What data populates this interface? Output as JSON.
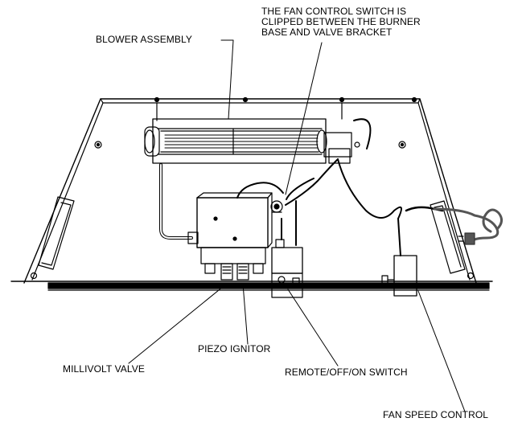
{
  "labels": {
    "blower_assembly": "BLOWER ASSEMBLY",
    "fan_control_switch": [
      "THE FAN CONTROL SWITCH IS",
      "CLIPPED BETWEEN THE BURNER",
      "BASE AND VALVE BRACKET"
    ],
    "piezo_ignitor": "PIEZO IGNITOR",
    "millivolt_valve": "MILLIVOLT VALVE",
    "remote_off_on_switch": "REMOTE/OFF/ON SWITCH",
    "fan_speed_control": "FAN SPEED CONTROL"
  }
}
